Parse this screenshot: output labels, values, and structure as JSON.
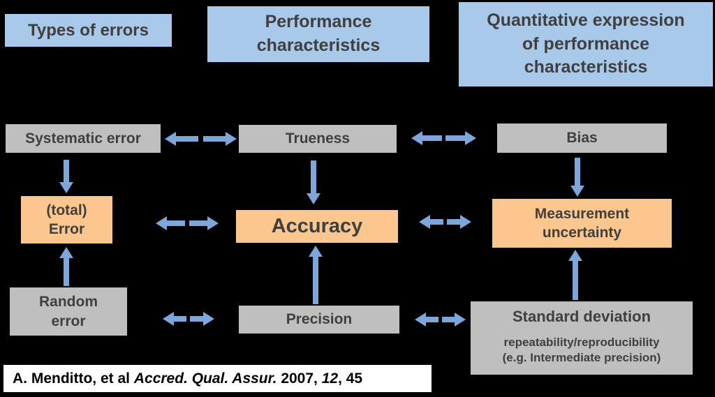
{
  "colors": {
    "background": "#000000",
    "header_blue": "#A9C9EA",
    "box_gray": "#BFBFBF",
    "box_orange": "#FBC78E",
    "arrow_blue": "#7CA6DC",
    "box_text": "#3F3F3F",
    "citation_bg": "#FFFFFF",
    "citation_text": "#000000"
  },
  "headers": {
    "types": {
      "label": "Types of errors"
    },
    "performance": {
      "line1": "Performance",
      "line2": "characteristics"
    },
    "quantitative": {
      "line1": "Quantitative expression",
      "line2": "of performance",
      "line3": "characteristics"
    }
  },
  "boxes": {
    "systematic_error": {
      "label": "Systematic error"
    },
    "trueness": {
      "label": "Trueness"
    },
    "bias": {
      "label": "Bias"
    },
    "total_error": {
      "line1": "(total)",
      "line2": "Error"
    },
    "accuracy": {
      "label": "Accuracy"
    },
    "measurement_uncertainty": {
      "line1": "Measurement",
      "line2": "uncertainty"
    },
    "random_error": {
      "line1": "Random",
      "line2": "error"
    },
    "precision": {
      "label": "Precision"
    },
    "standard_deviation": {
      "title": "Standard deviation",
      "sub1": "repeatability/reproducibility",
      "sub2": "(e.g. Intermediate precision)"
    }
  },
  "citation": {
    "prefix": "A. Menditto, et al ",
    "journal": "Accred. Qual. Assur.",
    "middle": " 2007, ",
    "volume": "12",
    "suffix": ", 45"
  }
}
